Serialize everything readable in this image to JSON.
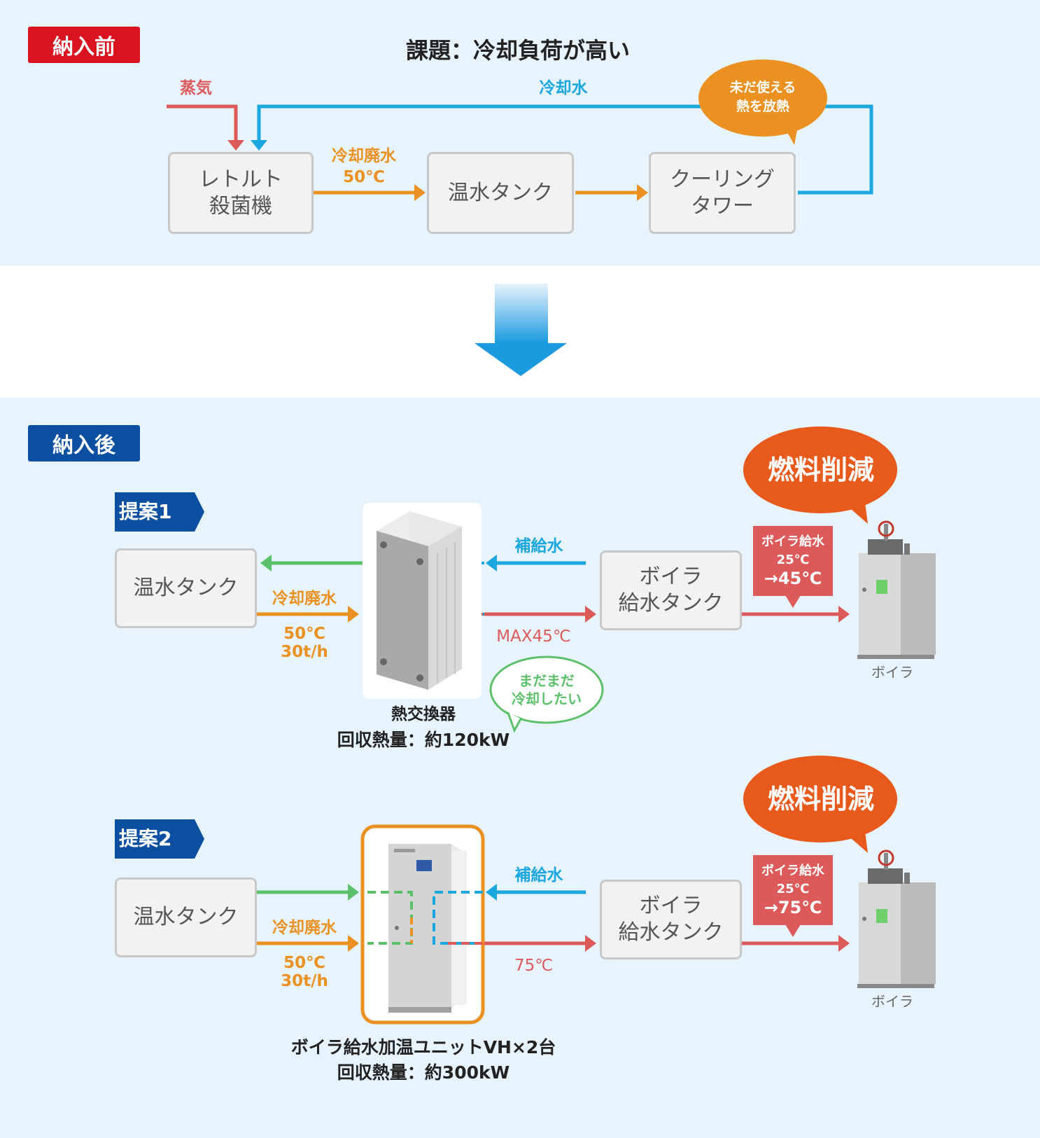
{
  "before": {
    "badge": "納入前",
    "title": "課題：冷却負荷が高い",
    "steam_label": "蒸気",
    "cooling_water_label": "冷却水",
    "bubble": "未だ使える\n熱を放熱",
    "retort_box": "レトルト\n殺菌機",
    "waste_water_label": "冷却廃水\n50℃",
    "tank_box": "温水タンク",
    "tower_box": "クーリング\nタワー"
  },
  "after": {
    "badge": "納入後",
    "proposal1": {
      "tag": "提案1",
      "tank_box": "温水タンク",
      "waste_label": "冷却廃水",
      "waste_detail": "50℃\n30t/h",
      "makeup_label": "補給水",
      "max_temp": "MAX45℃",
      "boiler_tank_box": "ボイラ\n給水タンク",
      "callout_title": "ボイラ給水",
      "callout_from": "25℃",
      "callout_to": "→45℃",
      "fuel_bubble": "燃料削減",
      "green_bubble": "まだまだ\n冷却したい",
      "device_caption": "熱交換器",
      "recovery": "回収熱量：約120kW",
      "boiler_caption": "ボイラ"
    },
    "proposal2": {
      "tag": "提案2",
      "tank_box": "温水タンク",
      "waste_label": "冷却廃水",
      "waste_detail": "50℃\n30t/h",
      "makeup_label": "補給水",
      "out_temp": "75℃",
      "boiler_tank_box": "ボイラ\n給水タンク",
      "callout_title": "ボイラ給水",
      "callout_from": "25℃",
      "callout_to": "→75℃",
      "fuel_bubble": "燃料削減",
      "device_caption": "ボイラ給水加温ユニットVH×2台",
      "recovery": "回収熱量：約300kW",
      "boiler_caption": "ボイラ"
    }
  },
  "colors": {
    "panel_bg": "#e7f3fd",
    "red_badge": "#d9141e",
    "blue_badge": "#0a4fa0",
    "orange": "#ea9122",
    "blue": "#1aa6de",
    "green": "#5cc06a",
    "red": "#dd5a5a",
    "fuel_orange": "#e8591c"
  }
}
